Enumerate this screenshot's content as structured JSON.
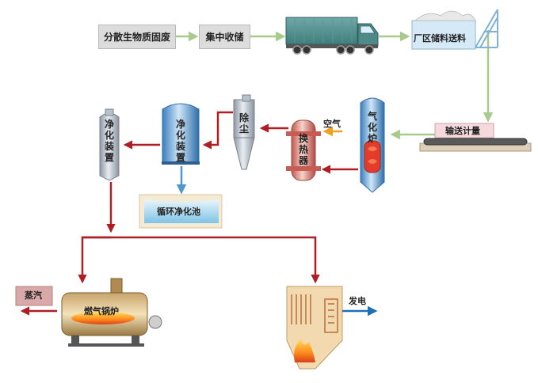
{
  "labels": {
    "biomass_source": "分散生物质固废",
    "centralized_storage": "集中收储",
    "plant_storage_feed": "厂区储料送料",
    "conveying_metering": "输送计量",
    "gasifier": "气化炉",
    "air": "空气",
    "heat_exchanger": "换热器",
    "dust_removal": "除尘",
    "purification_device_1": "净化装置",
    "purification_device_2": "净化装置",
    "circulation_pool": "循环净化池",
    "gas_boiler": "燃气锅炉",
    "steam": "蒸汽",
    "power_generation": "发电"
  },
  "colors": {
    "solid_flow": "#a7cb8b",
    "gas_flow": "#b01e23",
    "air_flow": "#f0a020",
    "water_flow": "#4f97d1",
    "power_flow": "#1f6fb3"
  }
}
